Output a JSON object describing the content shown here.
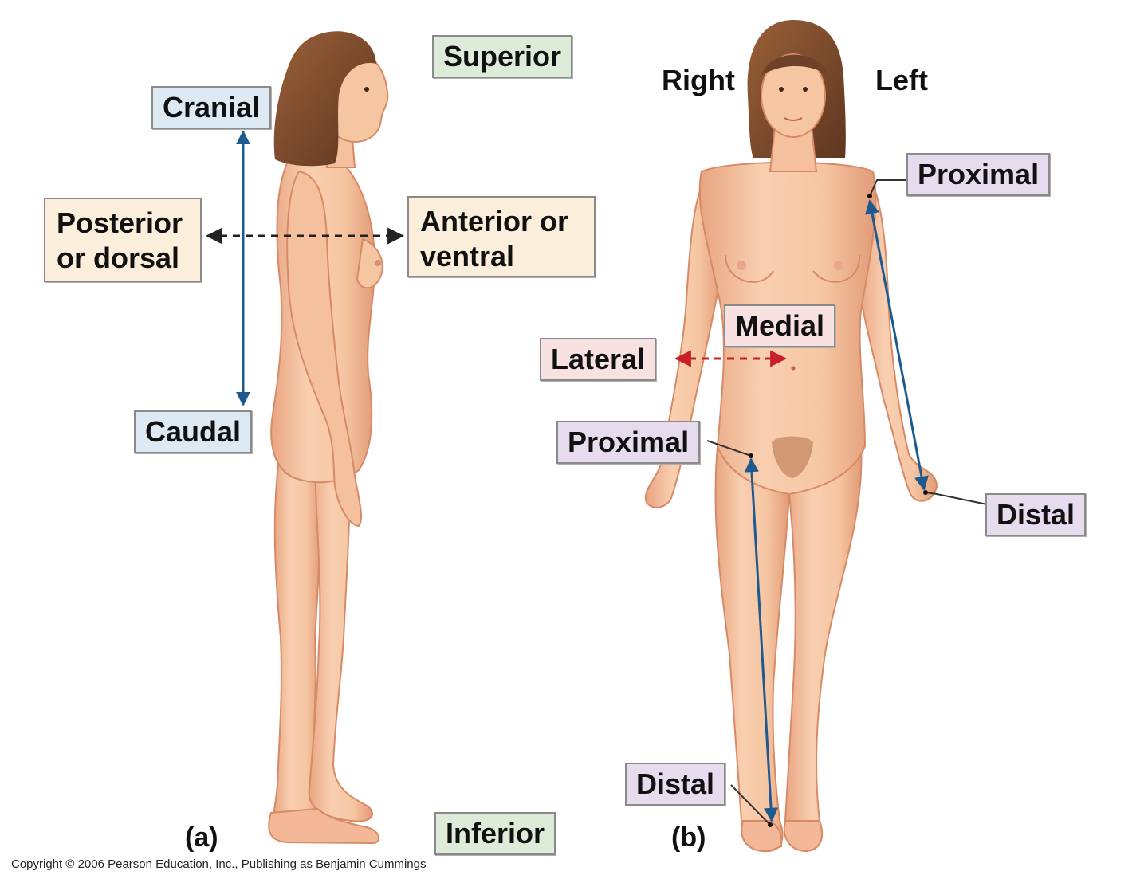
{
  "panel_a": {
    "panel_label": "(a)",
    "labels": {
      "superior": "Superior",
      "cranial": "Cranial",
      "posterior": "Posterior or dorsal",
      "anterior": "Anterior or ventral",
      "caudal": "Caudal",
      "inferior": "Inferior"
    }
  },
  "panel_b": {
    "panel_label": "(b)",
    "labels": {
      "right": "Right",
      "left": "Left",
      "proximal_arm": "Proximal",
      "medial": "Medial",
      "lateral": "Lateral",
      "proximal_leg": "Proximal",
      "distal_hand": "Distal",
      "distal_foot": "Distal"
    }
  },
  "copyright": "Copyright © 2006 Pearson Education, Inc., Publishing as Benjamin Cummings",
  "colors": {
    "skin": "#f6c7a4",
    "skin_shade": "#e7a37f",
    "hair": "#7a4a2e",
    "arrow_blue": "#1f5a8f",
    "arrow_red": "#c8202a",
    "arrow_black": "#222222",
    "box_blue": "#dde9f3",
    "box_green": "#ddecd8",
    "box_tan": "#fbeedb",
    "box_pink": "#f8e1e1",
    "box_purple": "#e7dbee"
  }
}
